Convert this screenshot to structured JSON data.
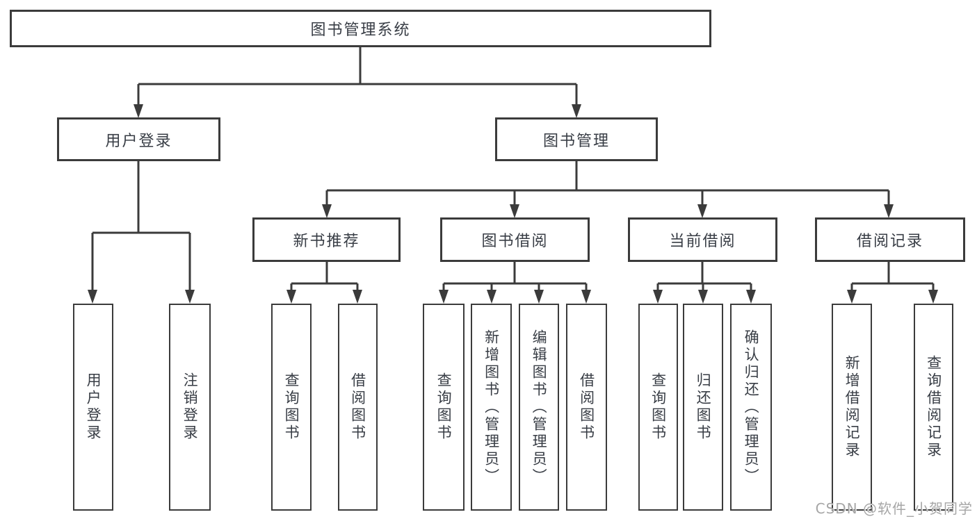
{
  "tree": {
    "root": {
      "label": "图书管理系统"
    },
    "branches": [
      {
        "label": "用户登录",
        "children": [
          {
            "label": "用户登录"
          },
          {
            "label": "注销登录"
          }
        ]
      },
      {
        "label": "图书管理",
        "children": [
          {
            "label": "新书推荐",
            "children": [
              {
                "label": "查询图书"
              },
              {
                "label": "借阅图书"
              }
            ]
          },
          {
            "label": "图书借阅",
            "children": [
              {
                "label": "查询图书"
              },
              {
                "label": "新增图书（管理员）"
              },
              {
                "label": "编辑图书（管理员）"
              },
              {
                "label": "借阅图书"
              }
            ]
          },
          {
            "label": "当前借阅",
            "children": [
              {
                "label": "查询图书"
              },
              {
                "label": "归还图书"
              },
              {
                "label": "确认归还（管理员）"
              }
            ]
          },
          {
            "label": "借阅记录",
            "children": [
              {
                "label": "新增借阅记录"
              },
              {
                "label": "查询借阅记录"
              }
            ]
          }
        ]
      }
    ]
  },
  "watermark": {
    "text": "CSDN @软件_小贺同学"
  },
  "colors": {
    "line": "#3b3b3b",
    "text": "#383d45",
    "box_background": "#ffffff",
    "watermark": "#a6a6a6"
  }
}
